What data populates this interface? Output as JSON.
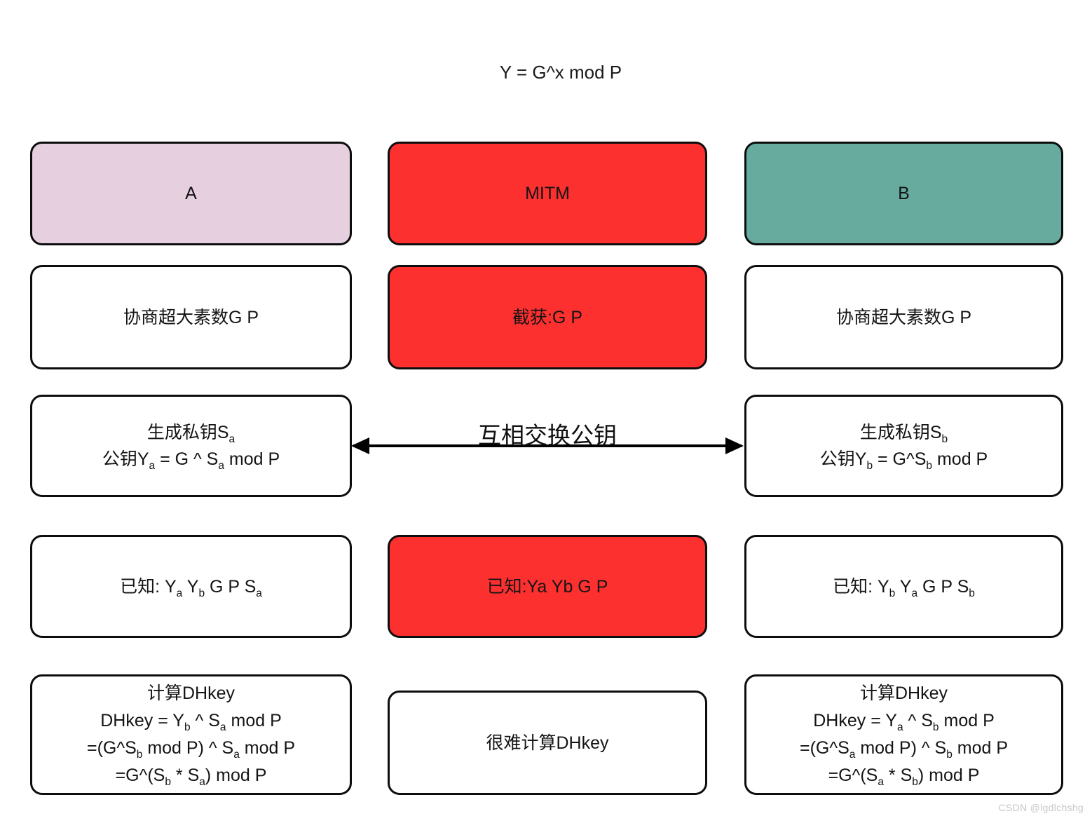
{
  "page": {
    "title": "Y = G^x mod P",
    "watermark": "CSDN @lgdlchshg"
  },
  "colors": {
    "a": "#e6d0e0",
    "mitm": "#fd3030",
    "b": "#66ab9e",
    "stroke": "#0d0d0d"
  },
  "exchange": {
    "label": "互相交换公钥"
  },
  "col_a": {
    "header": "A",
    "negotiate": "协商超大素数G P",
    "keygen": [
      "生成私钥S<sub>a</sub>",
      "公钥Y<sub>a</sub> = G ^ S<sub>a</sub> mod P"
    ],
    "known": "已知: Y<sub>a</sub> Y<sub>b</sub> G P S<sub>a</sub>",
    "dhkey": [
      "计算DHkey",
      "DHkey = Y<sub>b</sub> ^ S<sub>a</sub> mod P",
      "=(G^S<sub>b</sub> mod P) ^ S<sub>a</sub> mod P",
      "=G^(S<sub>b</sub> * S<sub>a</sub>) mod P"
    ]
  },
  "col_mitm": {
    "header": "MITM",
    "intercept": "截获:G P",
    "known": "已知:Ya Yb G P",
    "dhkey": "很难计算DHkey"
  },
  "col_b": {
    "header": "B",
    "negotiate": "协商超大素数G P",
    "keygen": [
      "生成私钥S<sub>b</sub>",
      "公钥Y<sub>b</sub> = G^S<sub>b</sub> mod P"
    ],
    "known": "已知: Y<sub>b</sub> Y<sub>a</sub> G P S<sub>b</sub>",
    "dhkey": [
      "计算DHkey",
      "DHkey = Y<sub>a</sub> ^ S<sub>b</sub> mod P",
      "=(G^S<sub>a</sub> mod P) ^ S<sub>b</sub> mod P",
      "=G^(S<sub>a</sub> * S<sub>b</sub>) mod P"
    ]
  }
}
